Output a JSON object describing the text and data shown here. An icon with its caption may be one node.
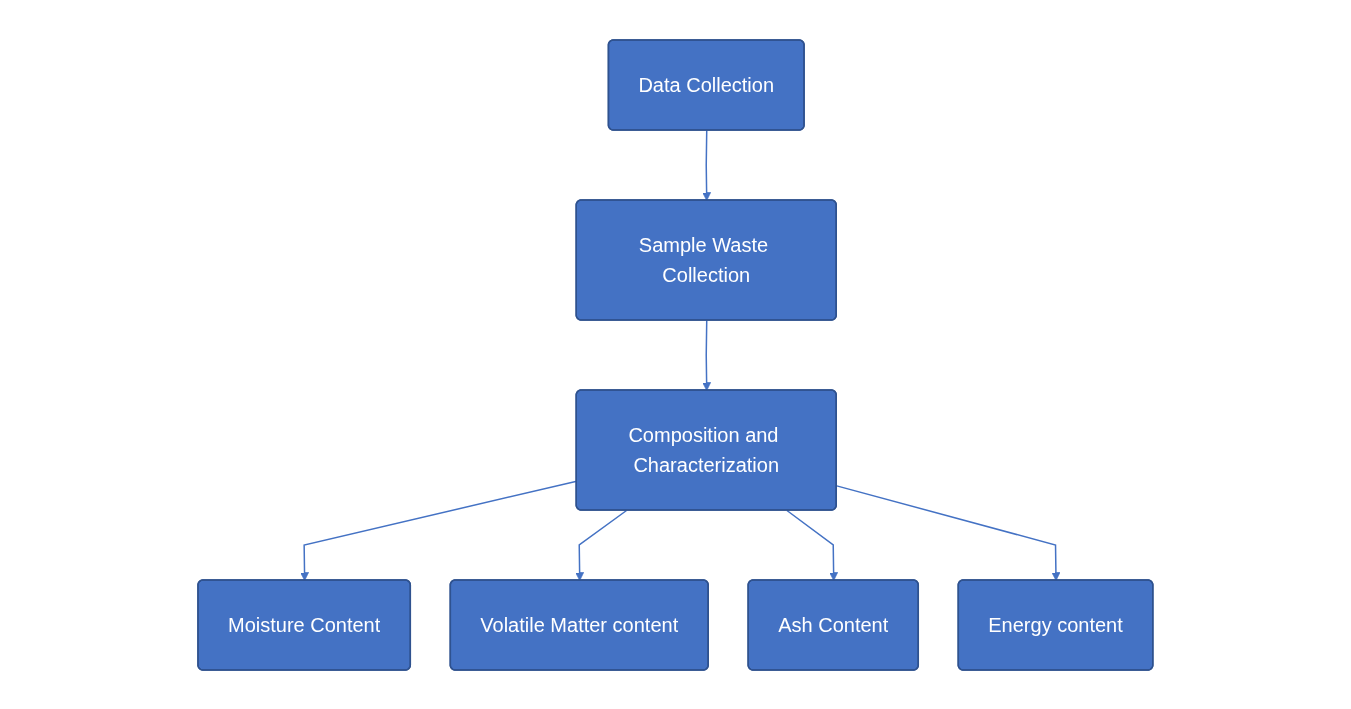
{
  "diagram": {
    "nodes": [
      {
        "text": [
          "Data Collection"
        ]
      },
      {
        "text": [
          "Sample Waste Collection"
        ]
      },
      {
        "text": [
          "Composition and Characterization"
        ]
      },
      {
        "text": [
          "Moisture Content"
        ]
      },
      {
        "text": [
          "Volatile Matter content"
        ]
      },
      {
        "text": [
          "Ash Content"
        ]
      },
      {
        "text": [
          "Energy content"
        ]
      }
    ],
    "edges": [
      {
        "from": 0,
        "to": 1,
        "arrow": "to"
      },
      {
        "from": 1,
        "to": 2,
        "arrow": "to"
      },
      {
        "from": 2,
        "to": 3,
        "arrow": "to"
      },
      {
        "from": 2,
        "to": 4,
        "arrow": "to"
      },
      {
        "from": 2,
        "to": 5,
        "arrow": "to"
      },
      {
        "from": 2,
        "to": 6,
        "arrow": "to"
      }
    ]
  }
}
